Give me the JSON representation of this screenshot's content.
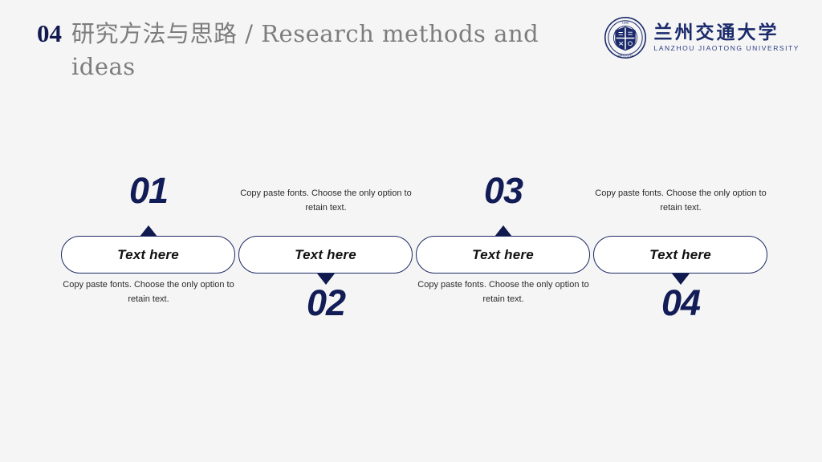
{
  "header": {
    "section_number": "04",
    "title": "研究方法与思路 / Research methods and ideas",
    "logo": {
      "emblem_icon": "university-crest-icon",
      "name_cn": "兰州交通大学",
      "name_en": "LANZHOU JIAOTONG UNIVERSITY"
    }
  },
  "theme": {
    "background": "#f5f5f5",
    "navy": "#121c56",
    "outline": "#1d2a63",
    "title_gray": "#7d7d7d",
    "caption_gray": "#2b2b2b"
  },
  "diagram": {
    "type": "process-steps",
    "steps": [
      {
        "number": "01",
        "label": "Text here",
        "caption": "Copy paste fonts. Choose the only option to retain text.",
        "orientation": "number-above",
        "pointer_icon": "triangle-up-icon"
      },
      {
        "number": "02",
        "label": "Text here",
        "caption": "Copy paste fonts. Choose the only option to retain text.",
        "orientation": "number-below",
        "pointer_icon": "triangle-down-icon"
      },
      {
        "number": "03",
        "label": "Text here",
        "caption": "Copy paste fonts. Choose the only option to retain text.",
        "orientation": "number-above",
        "pointer_icon": "triangle-up-icon"
      },
      {
        "number": "04",
        "label": "Text here",
        "caption": "Copy paste fonts. Choose the only option to retain text.",
        "orientation": "number-below",
        "pointer_icon": "triangle-down-icon"
      }
    ]
  }
}
